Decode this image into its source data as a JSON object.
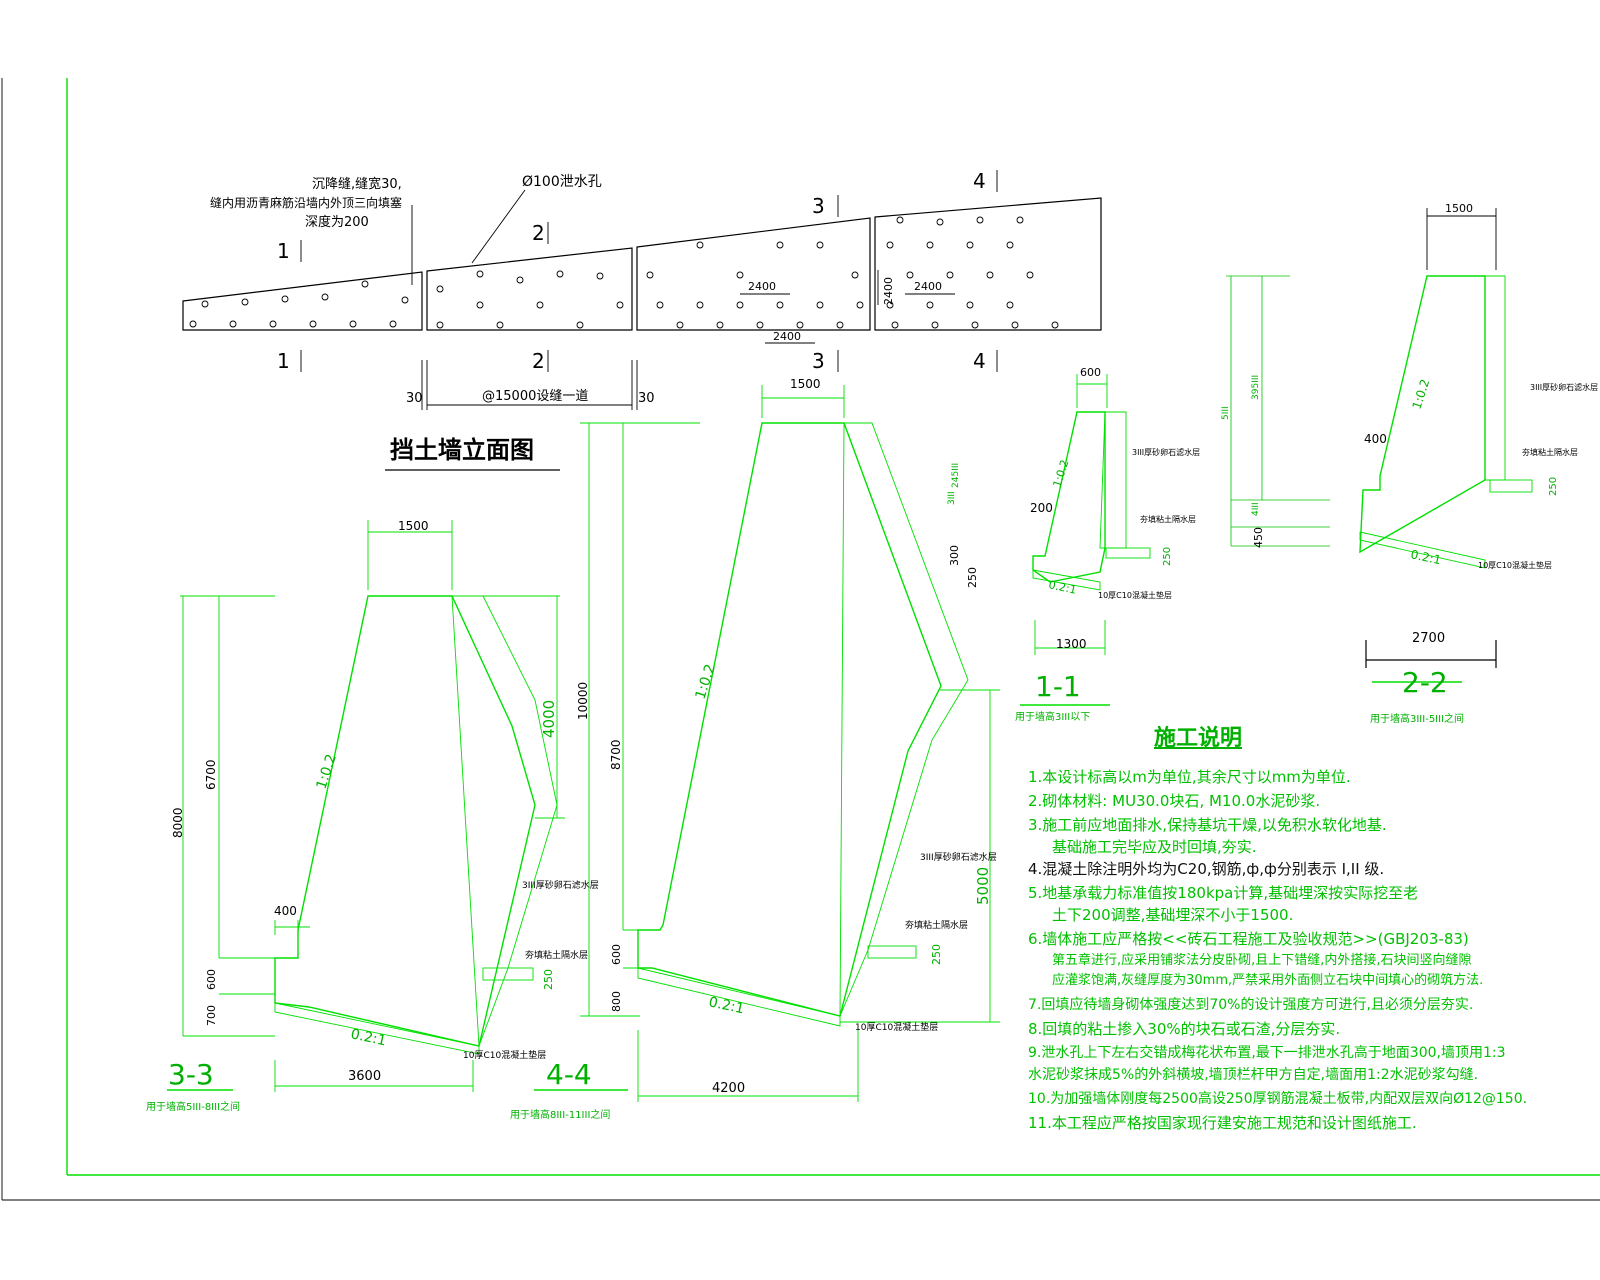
{
  "elevation": {
    "title": "挡土墙立面图",
    "settlement_note": [
      "沉降缝,缝宽30,",
      "缝内用沥青麻筋沿墙内外顶三向填塞",
      "深度为200"
    ],
    "drain_hole": "Ø100泄水孔",
    "section_marks": [
      "1",
      "2",
      "3",
      "4"
    ],
    "spacing_2400": "2400",
    "joint_width": "30",
    "joint_spacing": "@15000设缝一道"
  },
  "sections": {
    "s33": {
      "label": "3-3",
      "note": "用于墙高5III-8III之间",
      "top": "1500",
      "h_total": "8000",
      "h_upper": "6700",
      "h_base1": "600",
      "h_base2": "700",
      "toe": "400",
      "back": "4000",
      "width": "3600",
      "slope1": "1:0.2",
      "slope2": "0.2:1",
      "layer1": "3III厚砂卵石滤水层",
      "layer2": "夯填粘土隔水层",
      "layer3": "10厚C10混凝土垫层",
      "dim250": "250"
    },
    "s44": {
      "label": "4-4",
      "note": "用于墙高8III-11III之间",
      "top": "1500",
      "h_total": "10000",
      "h_upper": "8700",
      "h_base1": "600",
      "h_base2": "800",
      "back": "5000",
      "width": "4200",
      "slope1": "1:0.2",
      "slope2": "0.2:1",
      "layer1": "3III厚砂卵石滤水层",
      "layer2": "夯填粘土隔水层",
      "layer3": "10厚C10混凝土垫层",
      "dim250": "250"
    },
    "s11": {
      "label": "1-1",
      "note": "用于墙高3III以下",
      "top": "600",
      "toe": "200",
      "width": "1300",
      "h_a": "3III",
      "h_b": "245III",
      "h_c": "300",
      "h_d": "250",
      "slope1": "1:0.2",
      "slope2": "0.2:1",
      "layer1": "3III厚砂卵石滤水层",
      "layer2": "夯填粘土隔水层",
      "layer3": "10厚C10混凝土垫层",
      "dim250": "250"
    },
    "s22": {
      "label": "2-2",
      "note": "用于墙高3III-5III之间",
      "top": "1500",
      "toe": "400",
      "width": "2700",
      "h_a": "5III",
      "h_b": "395III",
      "h_c": "4III",
      "h_d": "450",
      "slope1": "1:0.2",
      "slope2": "0.2:1",
      "layer1": "3III厚砂卵石滤水层",
      "layer2": "夯填粘土隔水层",
      "layer3": "10厚C10混凝土垫层",
      "dim250": "250"
    }
  },
  "notes": {
    "title": "施工说明",
    "items": [
      "1.本设计标高以m为单位,其余尺寸以mm为单位.",
      "2.砌体材料: MU30.0块石, M10.0水泥砂浆.",
      "3.施工前应地面排水,保持基坑干燥,以免积水软化地基.",
      "基础施工完毕应及时回填,夯实.",
      "4.混凝土除注明外均为C20,钢筋,ф,ф分别表示 I,II 级.",
      "5.地基承载力标准值按180kpa计算,基础埋深按实际挖至老",
      "土下200调整,基础埋深不小于1500.",
      "6.墙体施工应严格按<<砖石工程施工及验收规范>>(GBJ203-83)",
      "第五章进行,应采用铺浆法分皮卧砌,且上下错缝,内外搭接,石块间竖向缝隙",
      "应灌浆饱满,灰缝厚度为30mm,严禁采用外面侧立石块中间填心的砌筑方法.",
      "7.回填应待墙身砌体强度达到70%的设计强度方可进行,且必须分层夯实.",
      "8.回填的粘土掺入30%的块石或石渣,分层夯实.",
      "9.泄水孔上下左右交错成梅花状布置,最下一排泄水孔高于地面300,墙顶用1:3",
      "水泥砂浆抹成5%的外斜横坡,墙顶栏杆甲方自定,墙面用1:2水泥砂浆勾缝.",
      "10.为加强墙体刚度每2500高设250厚钢筋混凝土板带,内配双层双向Ø12@150.",
      "11.本工程应严格按国家现行建安施工规范和设计图纸施工."
    ]
  }
}
